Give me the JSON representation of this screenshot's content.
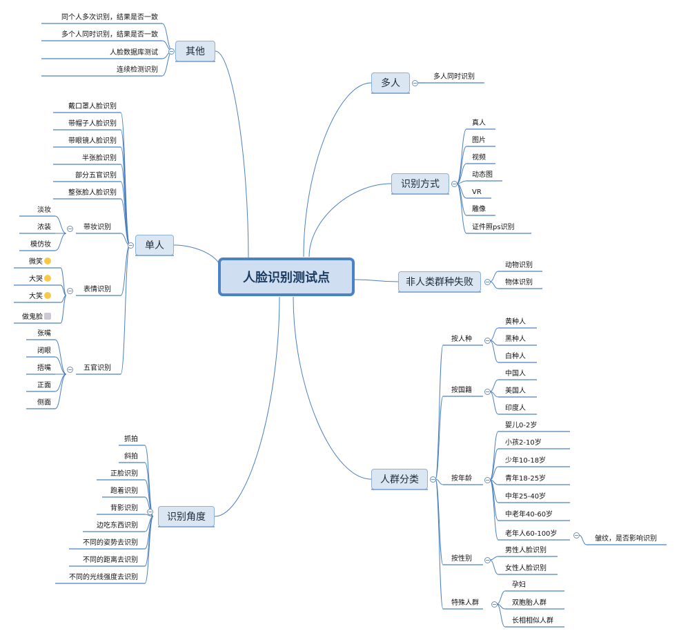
{
  "root": "人脸识别测试点",
  "left": [
    {
      "id": "qita",
      "label": "其他",
      "items": [
        {
          "label": "同个人多次识别，结果是否一致"
        },
        {
          "label": "多个人同时识别，结果是否一致"
        },
        {
          "label": "人脸数据库测试"
        },
        {
          "label": "连续检测识别"
        }
      ]
    },
    {
      "id": "danren",
      "label": "单人",
      "items": [
        {
          "label": "戴口罩人脸识别"
        },
        {
          "label": "带帽子人脸识别"
        },
        {
          "label": "带眼镜人脸识别"
        },
        {
          "label": "半张脸识别"
        },
        {
          "label": "部分五官识别"
        },
        {
          "label": "整张脸人脸识别"
        },
        {
          "label": "带妆识别",
          "items": [
            {
              "label": "淡妆"
            },
            {
              "label": "浓装"
            },
            {
              "label": "模仿妆"
            }
          ]
        },
        {
          "label": "表情识别",
          "items": [
            {
              "label": "微笑",
              "emoji": "smile-emoji"
            },
            {
              "label": "大哭",
              "emoji": "crying-emoji"
            },
            {
              "label": "大笑",
              "emoji": "laughing-emoji"
            },
            {
              "label": "做鬼脸",
              "emoji": "ghost-emoji"
            }
          ]
        },
        {
          "label": "五官识别",
          "items": [
            {
              "label": "张嘴"
            },
            {
              "label": "闭眼"
            },
            {
              "label": "捂嘴"
            },
            {
              "label": "正面"
            },
            {
              "label": "侧面"
            }
          ]
        }
      ]
    },
    {
      "id": "jiaodu",
      "label": "识别角度",
      "items": [
        {
          "label": "抓拍"
        },
        {
          "label": "斜拍"
        },
        {
          "label": "正脸识别"
        },
        {
          "label": "跑着识别"
        },
        {
          "label": "背影识别"
        },
        {
          "label": "边吃东西识别"
        },
        {
          "label": "不同的姿势去识别"
        },
        {
          "label": "不同的距离去识别"
        },
        {
          "label": "不同的光线强度去识别"
        }
      ]
    }
  ],
  "right": [
    {
      "id": "duoren",
      "label": "多人",
      "items": [
        {
          "label": "多人同时识别"
        }
      ]
    },
    {
      "id": "fangshi",
      "label": "识别方式",
      "items": [
        {
          "label": "真人"
        },
        {
          "label": "图片"
        },
        {
          "label": "视频"
        },
        {
          "label": "动态图"
        },
        {
          "label": "VR"
        },
        {
          "label": "雕像"
        },
        {
          "label": "证件照ps识别"
        }
      ]
    },
    {
      "id": "feiren",
      "label": "非人类群种失败",
      "items": [
        {
          "label": "动物识别"
        },
        {
          "label": "物体识别"
        }
      ]
    },
    {
      "id": "renqun",
      "label": "人群分类",
      "items": [
        {
          "label": "按人种",
          "items": [
            {
              "label": "黄种人"
            },
            {
              "label": "黑种人"
            },
            {
              "label": "白种人"
            }
          ]
        },
        {
          "label": "按国籍",
          "items": [
            {
              "label": "中国人"
            },
            {
              "label": "美国人"
            },
            {
              "label": "印度人"
            }
          ]
        },
        {
          "label": "按年龄",
          "items": [
            {
              "label": "婴儿0-2岁"
            },
            {
              "label": "小孩2-10岁"
            },
            {
              "label": "少年10-18岁"
            },
            {
              "label": "青年18-25岁"
            },
            {
              "label": "中年25-40岁"
            },
            {
              "label": "中老年40-60岁"
            },
            {
              "label": "老年人60-100岁",
              "items": [
                {
                  "label": "皱纹，是否影响识别"
                }
              ]
            }
          ]
        },
        {
          "label": "按性别",
          "items": [
            {
              "label": "男性人脸识别"
            },
            {
              "label": "女性人脸识别"
            }
          ]
        },
        {
          "label": "特殊人群",
          "items": [
            {
              "label": "孕妇"
            },
            {
              "label": "双胞胎人群"
            },
            {
              "label": "长相相似人群"
            }
          ]
        }
      ]
    }
  ],
  "colors": {
    "line": "#4a7fc1",
    "node_fill": "#dbe6f3",
    "node_border": "#8db0d6",
    "root_border": "#4a82c3"
  }
}
